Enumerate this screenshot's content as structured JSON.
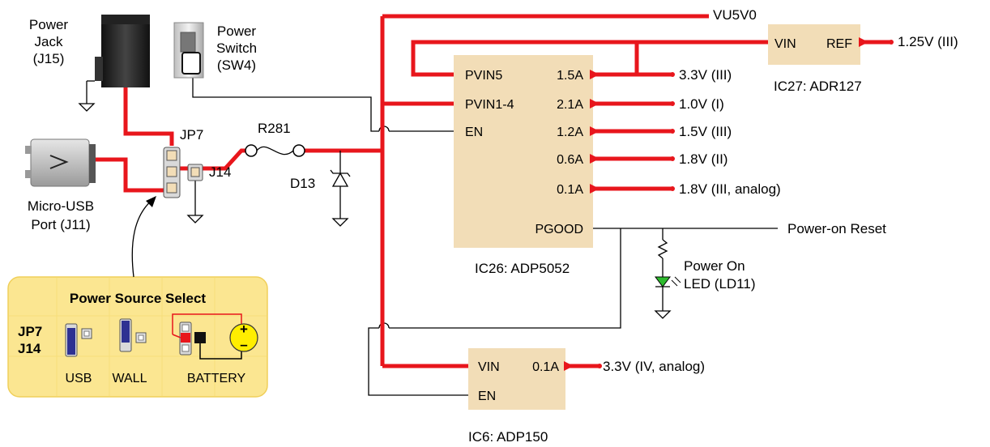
{
  "components": {
    "power_jack": {
      "line1": "Power",
      "line2": "Jack",
      "line3": "(J15)"
    },
    "power_switch": {
      "line1": "Power",
      "line2": "Switch",
      "line3": "(SW4)"
    },
    "micro_usb": {
      "line1": "Micro-USB",
      "line2": "Port (J11)"
    },
    "jp7": "JP7",
    "j14": "J14",
    "r281": "R281",
    "d13": "D13",
    "power_on_led": {
      "line1": "Power On",
      "line2": "LED (LD11)"
    }
  },
  "rails": {
    "vu5v0": "VU5V0",
    "power_on_reset": "Power-on Reset"
  },
  "ic26": {
    "caption": "IC26: ADP5052",
    "pins_left": [
      "PVIN5",
      "PVIN1-4",
      "EN"
    ],
    "pgood": "PGOOD",
    "outputs": [
      {
        "current": "1.5A",
        "voltage": "3.3V (III)"
      },
      {
        "current": "2.1A",
        "voltage": "1.0V (I)"
      },
      {
        "current": "1.2A",
        "voltage": "1.5V (III)"
      },
      {
        "current": "0.6A",
        "voltage": "1.8V (II)"
      },
      {
        "current": "0.1A",
        "voltage": "1.8V (III, analog)"
      }
    ]
  },
  "ic27": {
    "caption": "IC27: ADR127",
    "vin": "VIN",
    "ref": "REF",
    "output": "1.25V (III)"
  },
  "ic6": {
    "caption": "IC6: ADP150",
    "vin": "VIN",
    "en": "EN",
    "current": "0.1A",
    "output": "3.3V (IV, analog)"
  },
  "power_select": {
    "title": "Power Source Select",
    "jp_label": "JP7",
    "j_label": "J14",
    "options": [
      "USB",
      "WALL",
      "BATTERY"
    ],
    "battery_plus": "+",
    "battery_minus": "–"
  },
  "colors": {
    "power_trace": "#e8161c",
    "chip_fill": "#f2ddb7",
    "panel_fill": "#fbe691",
    "jumper_blue": "#2e3192"
  }
}
